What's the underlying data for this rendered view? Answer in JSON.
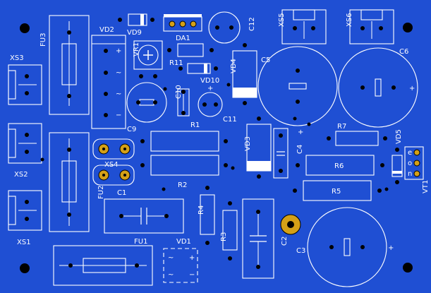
{
  "board": {
    "background": "#1f4fd3",
    "silk": "#ffffff",
    "pad_gold": "#d4a017"
  },
  "labels": {
    "FU3": "FU3",
    "VD2": "VD2",
    "VD9": "VD9",
    "DA1": "DA1",
    "C12": "C12",
    "XS5": "XS5",
    "XS6": "XS6",
    "XS3": "XS3",
    "VR1": "VR1",
    "R11": "R11",
    "VD4": "VD4",
    "C5": "C5",
    "C6": "C6",
    "VD10": "VD10",
    "C10": "C10",
    "C11": "C11",
    "C9": "C9",
    "R1": "R1",
    "XS2": "XS2",
    "XS1": "XS1",
    "XS4": "XS4",
    "R2": "R2",
    "VD3": "VD3",
    "C4": "C4",
    "R7": "R7",
    "VD5": "VD5",
    "R6": "R6",
    "R5": "R5",
    "VT1": "VT1",
    "FU2": "FU2",
    "C1": "C1",
    "R4": "R4",
    "R3": "R3",
    "C2": "C2",
    "C3": "C3",
    "FU1": "FU1",
    "VD1": "VD1"
  },
  "pin_marks": {
    "vt1_top": "e",
    "vt1_mid": "o",
    "vt1_bot": "n"
  }
}
